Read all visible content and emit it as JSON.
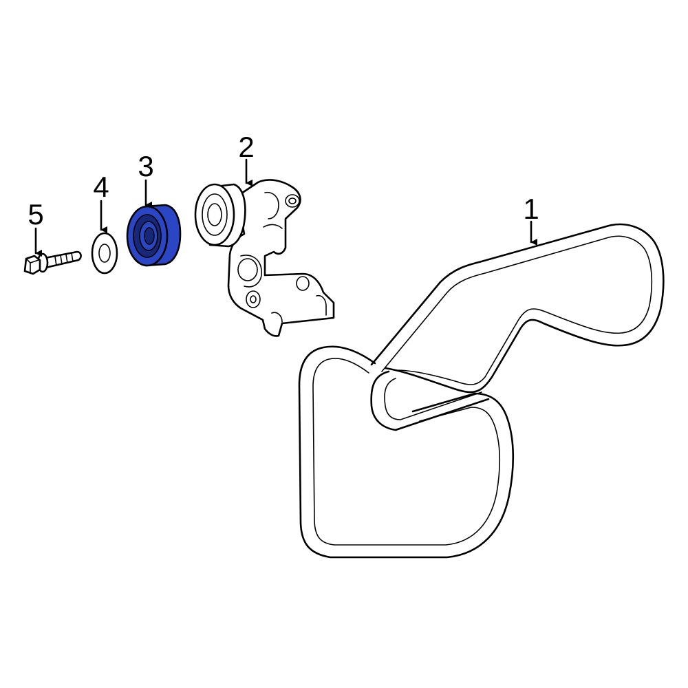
{
  "colors": {
    "highlight_fill": "#2a46c4",
    "highlight_dark": "#17277a",
    "line": "#000000",
    "background": "#ffffff"
  },
  "callouts": [
    {
      "number": "1",
      "part": "belt"
    },
    {
      "number": "2",
      "part": "tensioner-bracket"
    },
    {
      "number": "3",
      "part": "idler-pulley"
    },
    {
      "number": "4",
      "part": "washer"
    },
    {
      "number": "5",
      "part": "bolt"
    }
  ]
}
